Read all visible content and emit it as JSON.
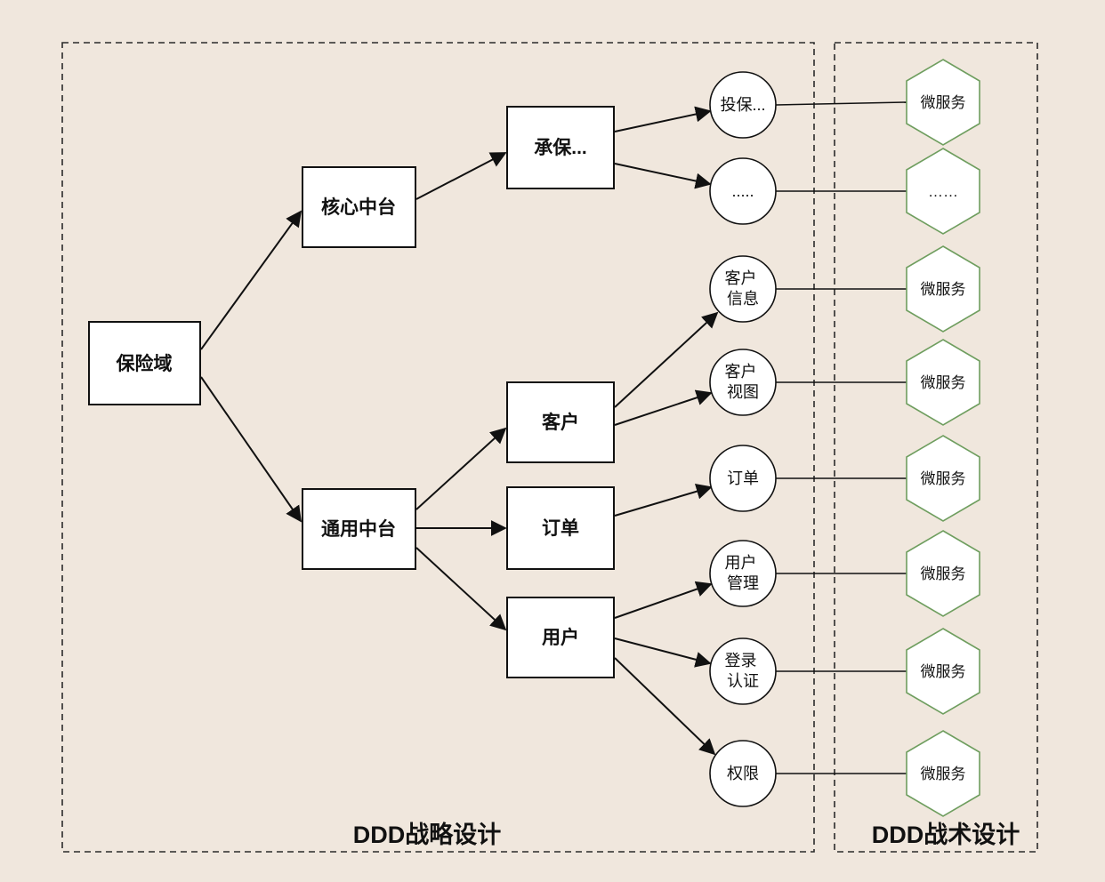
{
  "diagram_title": "DDD design mapping diagram",
  "colors": {
    "background": "#f0e7dd",
    "node_fill": "#ffffff",
    "node_border": "#111111",
    "hexagon_border": "#6f9e5f",
    "edge": "#111111",
    "text": "#111111"
  },
  "regions": {
    "strategic_label": "DDD战略设计",
    "tactical_label": "DDD战术设计"
  },
  "nodes": {
    "domain": "保险域",
    "core_platform": "核心中台",
    "general_platform": "通用中台",
    "underwriting": "承保...",
    "customer": "客户",
    "order": "订单",
    "user": "用户"
  },
  "contexts": [
    {
      "lines": [
        "投保..."
      ]
    },
    {
      "lines": [
        "....."
      ]
    },
    {
      "lines": [
        "客户",
        "信息"
      ]
    },
    {
      "lines": [
        "客户",
        "视图"
      ]
    },
    {
      "lines": [
        "订单"
      ]
    },
    {
      "lines": [
        "用户",
        "管理"
      ]
    },
    {
      "lines": [
        "登录",
        "认证"
      ]
    },
    {
      "lines": [
        "权限"
      ]
    }
  ],
  "microservices": [
    {
      "label": "微服务"
    },
    {
      "label": "……"
    },
    {
      "label": "微服务"
    },
    {
      "label": "微服务"
    },
    {
      "label": "微服务"
    },
    {
      "label": "微服务"
    },
    {
      "label": "微服务"
    },
    {
      "label": "微服务"
    }
  ]
}
